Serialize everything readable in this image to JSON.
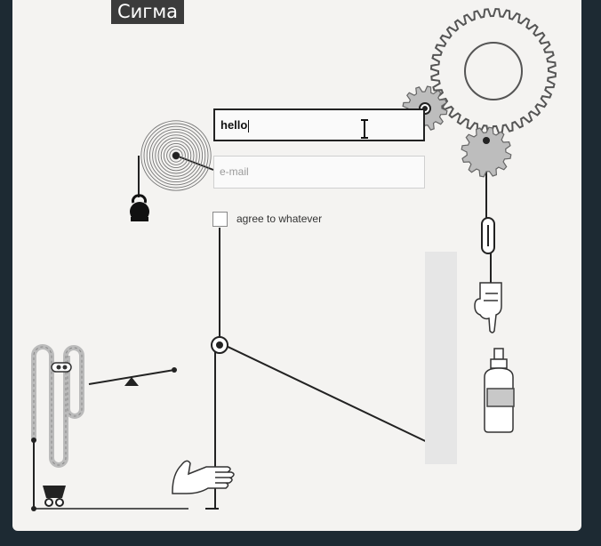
{
  "watermark": {
    "text": "Сигма"
  },
  "form": {
    "name_value": "hello",
    "email_placeholder": "e-mail",
    "agree_label": "agree to whatever",
    "agree_checked": false
  },
  "colors": {
    "background": "#1d2a33",
    "panel": "#f4f3f1",
    "ink": "#222222",
    "gear_fill": "#bdbdbd"
  },
  "icons": [
    "gear-icon",
    "spiral-coil-icon",
    "kettlebell-icon",
    "pointing-hand-icon",
    "spray-bottle-icon",
    "open-hand-icon",
    "seesaw-icon",
    "cart-icon",
    "text-cursor-icon"
  ]
}
